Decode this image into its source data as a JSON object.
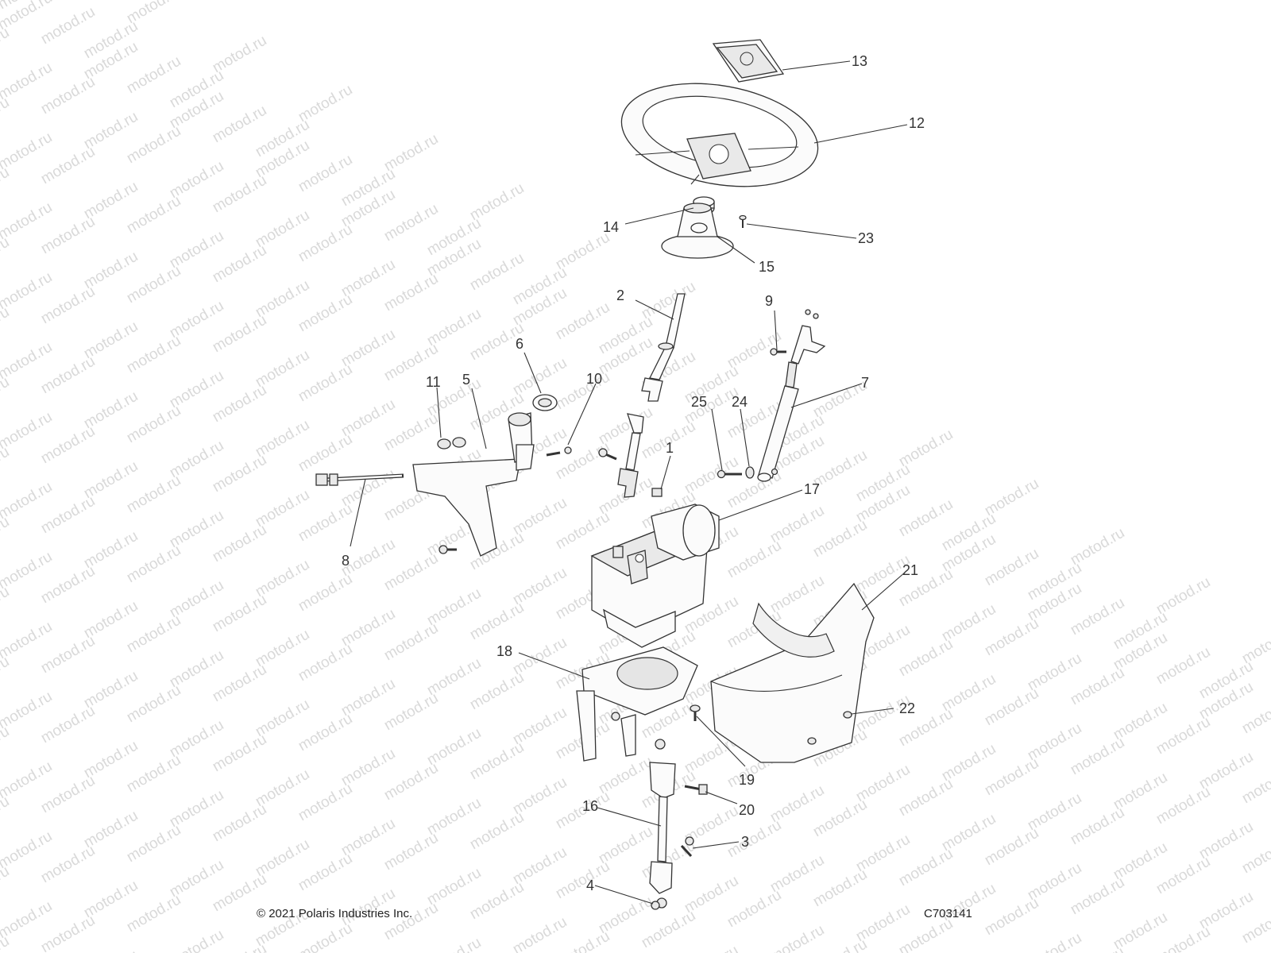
{
  "watermark_text": "motod.ru",
  "callouts": [
    {
      "id": "1",
      "text": "1"
    },
    {
      "id": "2",
      "text": "2"
    },
    {
      "id": "3",
      "text": "3"
    },
    {
      "id": "4",
      "text": "4"
    },
    {
      "id": "5",
      "text": "5"
    },
    {
      "id": "6",
      "text": "6"
    },
    {
      "id": "7",
      "text": "7"
    },
    {
      "id": "8",
      "text": "8"
    },
    {
      "id": "9",
      "text": "9"
    },
    {
      "id": "10",
      "text": "10"
    },
    {
      "id": "11",
      "text": "11"
    },
    {
      "id": "12",
      "text": "12"
    },
    {
      "id": "13",
      "text": "13"
    },
    {
      "id": "14",
      "text": "14"
    },
    {
      "id": "15",
      "text": "15"
    },
    {
      "id": "16",
      "text": "16"
    },
    {
      "id": "17",
      "text": "17"
    },
    {
      "id": "18",
      "text": "18"
    },
    {
      "id": "19",
      "text": "19"
    },
    {
      "id": "20",
      "text": "20"
    },
    {
      "id": "21",
      "text": "21"
    },
    {
      "id": "22",
      "text": "22"
    },
    {
      "id": "23",
      "text": "23"
    },
    {
      "id": "24",
      "text": "24"
    },
    {
      "id": "25",
      "text": "25"
    }
  ],
  "footer": {
    "copyright": "© 2021 Polaris Industries Inc.",
    "figure_id": "C703141"
  }
}
